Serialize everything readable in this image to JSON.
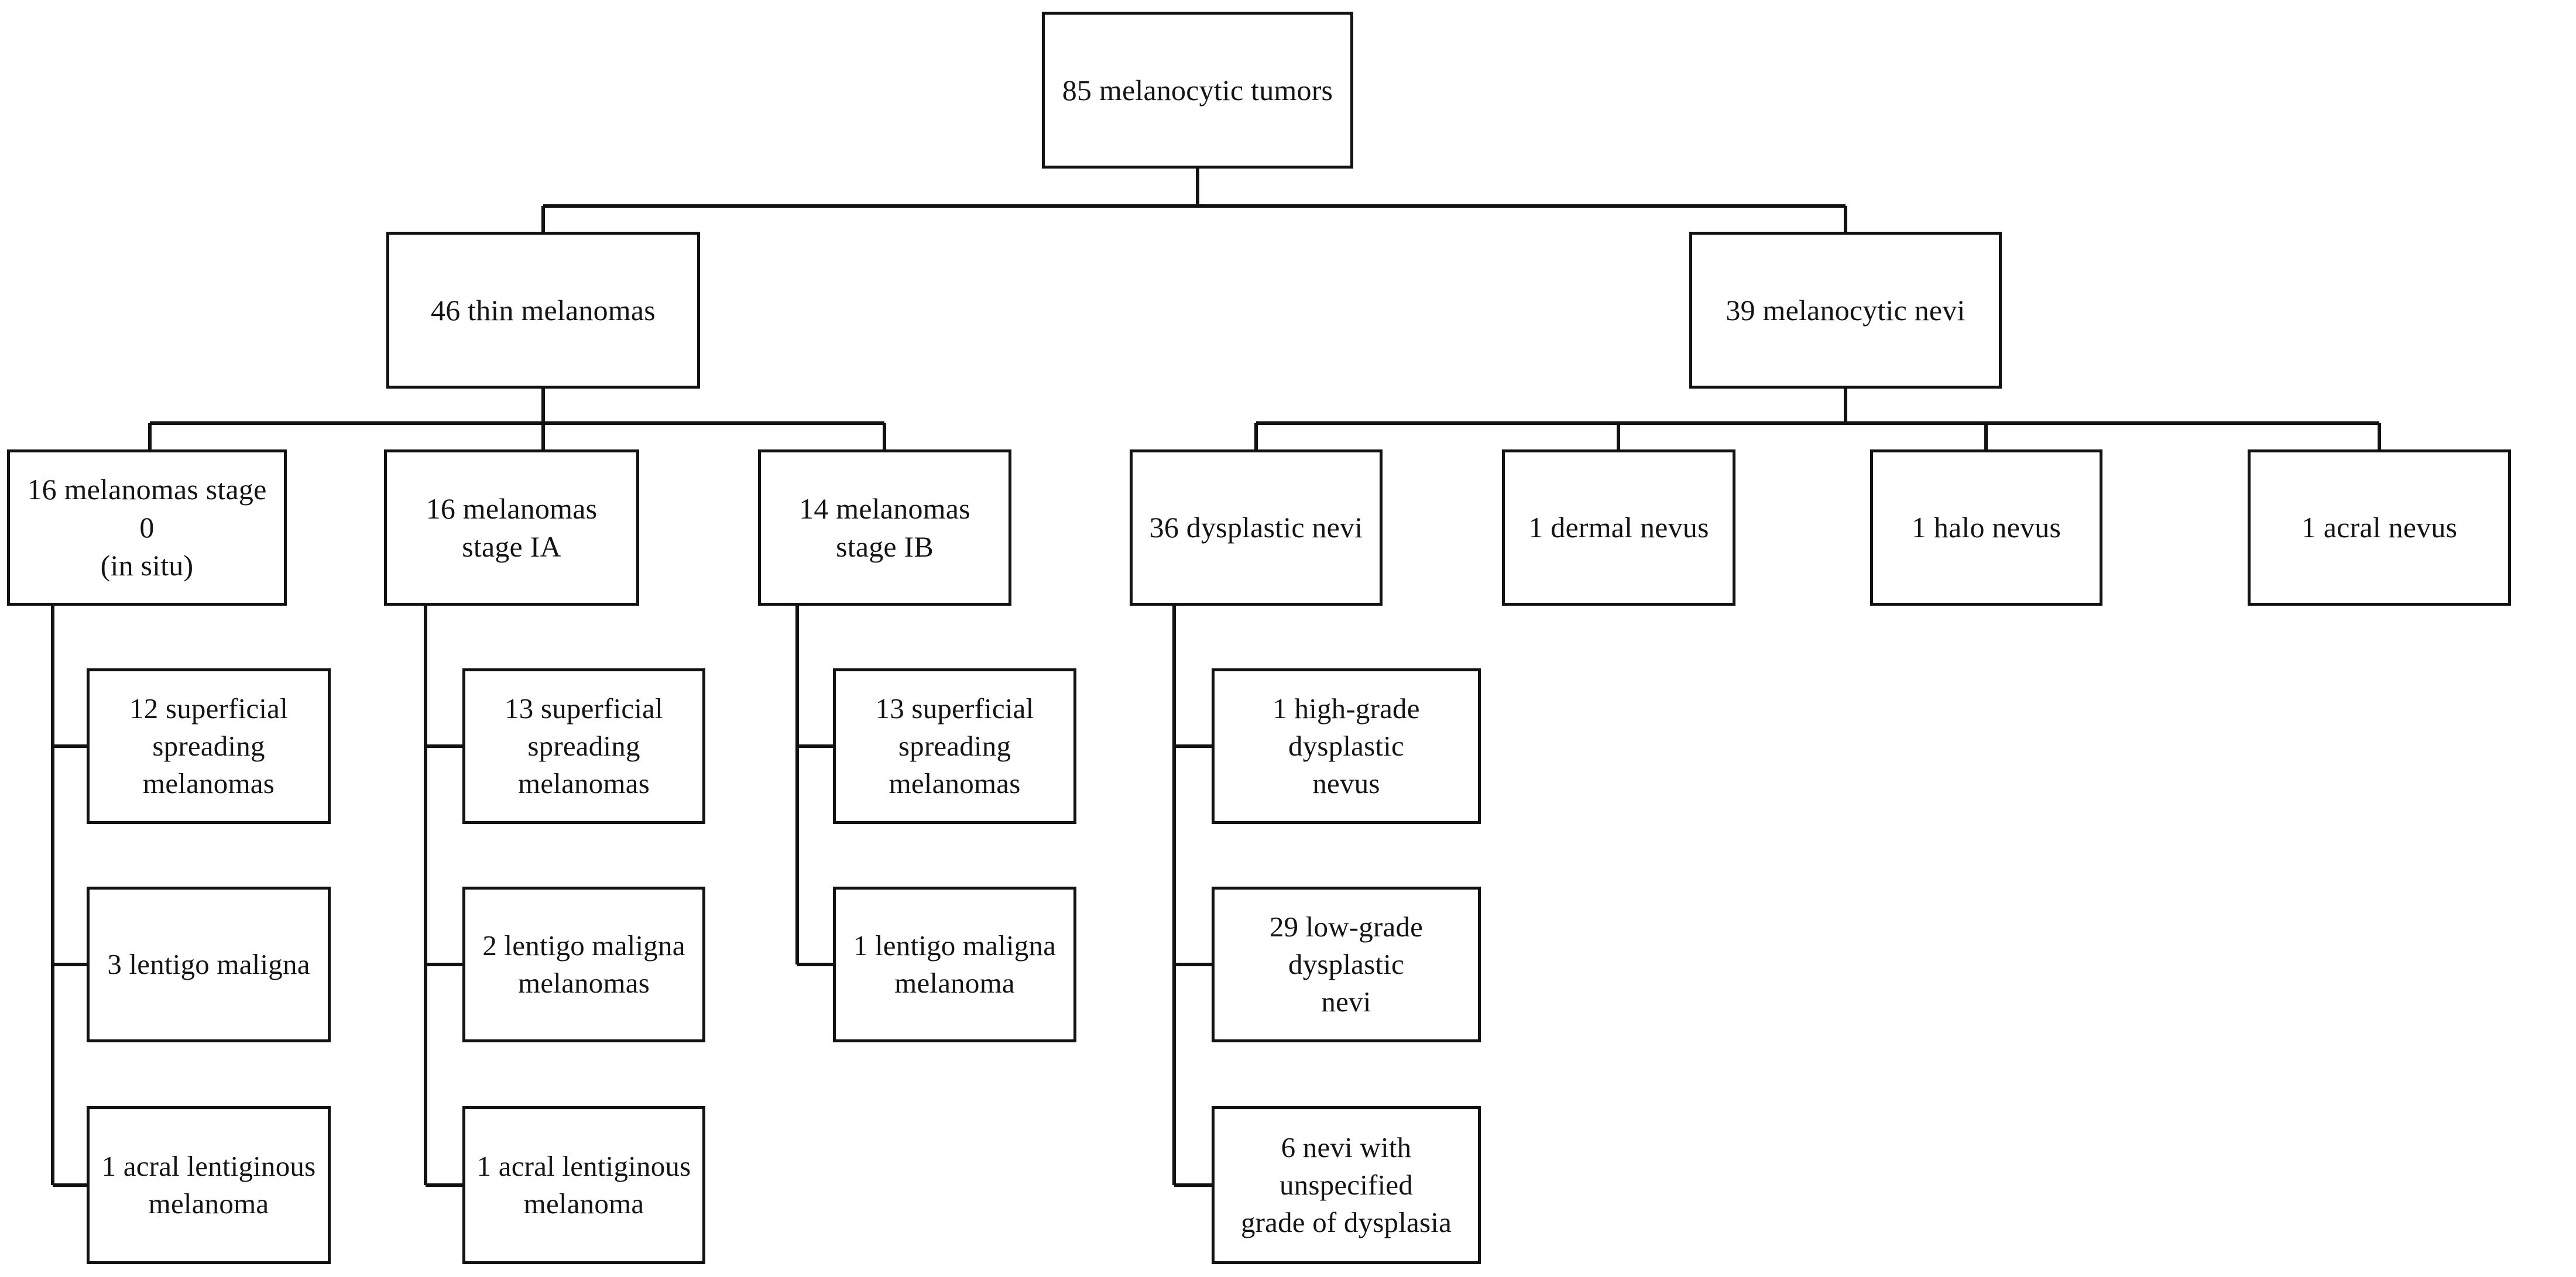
{
  "diagram": {
    "title": "Melanocytic tumor classification flowchart",
    "type": "tree-flowchart",
    "orientation": "top-down",
    "box_fill": "#ffffff",
    "box_border": "#121212",
    "text_color": "#141414",
    "background": "#ffffff"
  },
  "nodes": {
    "root": {
      "label": "85 melanocytic tumors",
      "count": 85
    },
    "level2": [
      {
        "id": "thin-melanomas",
        "label": "46 thin melanomas",
        "count": 46
      },
      {
        "id": "melanocytic-nevi",
        "label": "39 melanocytic nevi",
        "count": 39
      }
    ],
    "level3": [
      {
        "id": "stage-0",
        "label": "16 melanomas stage 0\n(in situ)",
        "count": 16,
        "parent": "thin-melanomas"
      },
      {
        "id": "stage-ia",
        "label": "16 melanomas stage IA",
        "count": 16,
        "parent": "thin-melanomas"
      },
      {
        "id": "stage-ib",
        "label": "14 melanomas stage IB",
        "count": 14,
        "parent": "thin-melanomas"
      },
      {
        "id": "dysplastic-nevi",
        "label": "36 dysplastic nevi",
        "count": 36,
        "parent": "melanocytic-nevi"
      },
      {
        "id": "dermal-nevus",
        "label": "1 dermal nevus",
        "count": 1,
        "parent": "melanocytic-nevi"
      },
      {
        "id": "halo-nevus",
        "label": "1 halo nevus",
        "count": 1,
        "parent": "melanocytic-nevi"
      },
      {
        "id": "acral-nevus",
        "label": "1 acral nevus",
        "count": 1,
        "parent": "melanocytic-nevi"
      }
    ],
    "level4": [
      {
        "id": "s0-ssm",
        "label": "12 superficial  spreading\nmelanomas",
        "count": 12,
        "parent": "stage-0"
      },
      {
        "id": "s0-lm",
        "label": "3 lentigo maligna",
        "count": 3,
        "parent": "stage-0"
      },
      {
        "id": "s0-alm",
        "label": "1 acral lentiginous\nmelanoma",
        "count": 1,
        "parent": "stage-0"
      },
      {
        "id": "ia-ssm",
        "label": "13 superficial  spreading\nmelanomas",
        "count": 13,
        "parent": "stage-ia"
      },
      {
        "id": "ia-lmm",
        "label": "2 lentigo maligna\nmelanomas",
        "count": 2,
        "parent": "stage-ia"
      },
      {
        "id": "ia-alm",
        "label": "1 acral lentiginous\nmelanoma",
        "count": 1,
        "parent": "stage-ia"
      },
      {
        "id": "ib-ssm",
        "label": "13 superficial  spreading\nmelanomas",
        "count": 13,
        "parent": "stage-ib"
      },
      {
        "id": "ib-lmm",
        "label": "1 lentigo maligna\nmelanoma",
        "count": 1,
        "parent": "stage-ib"
      },
      {
        "id": "dn-high",
        "label": "1 high-grade  dysplastic\nnevus",
        "count": 1,
        "parent": "dysplastic-nevi"
      },
      {
        "id": "dn-low",
        "label": "29 low-grade  dysplastic\nnevi",
        "count": 29,
        "parent": "dysplastic-nevi"
      },
      {
        "id": "dn-unspec",
        "label": "6 nevi with unspecified\ngrade of dysplasia",
        "count": 6,
        "parent": "dysplastic-nevi"
      }
    ]
  }
}
